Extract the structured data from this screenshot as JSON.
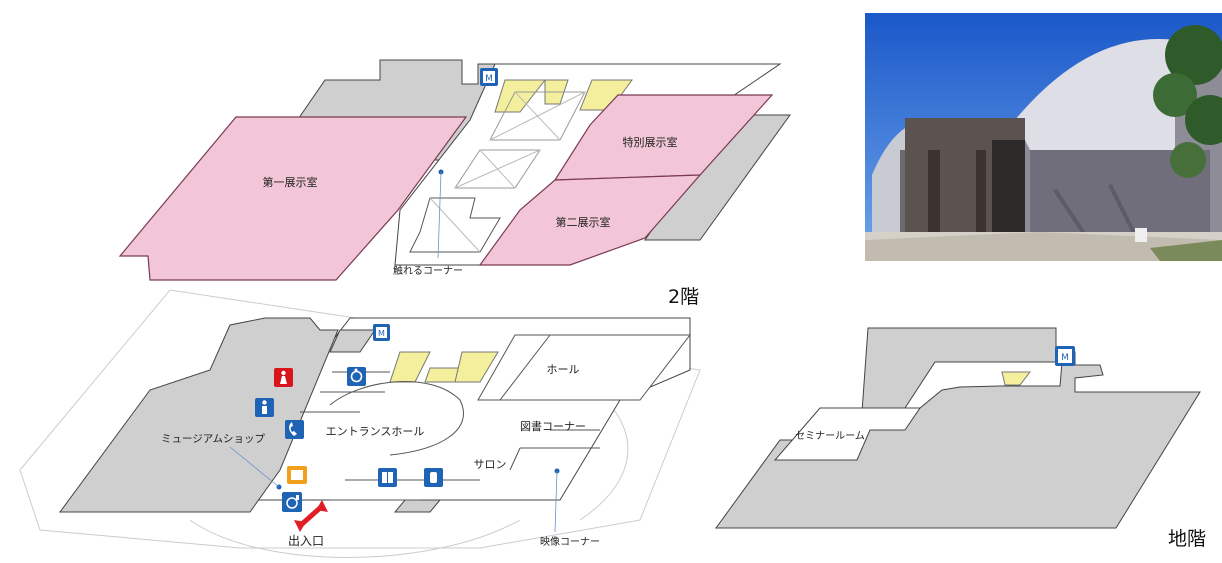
{
  "floor2": {
    "floor_label": "2階",
    "rooms": {
      "gallery1": "第一展示室",
      "special": "特別展示室",
      "gallery2": "第二展示室",
      "touch": "触れるコーナー"
    }
  },
  "floor1": {
    "rooms": {
      "hall": "ホール",
      "library": "図書コーナー",
      "entrance_hall": "エントランスホール",
      "salon": "サロン",
      "shop": "ミュージアムショップ",
      "entrance": "出入口",
      "video": "映像コーナー"
    }
  },
  "basement": {
    "floor_label": "地階",
    "rooms": {
      "seminar": "セミナールーム"
    }
  },
  "icons": {
    "elevator_glyph": "M",
    "elevator": "elevator-icon",
    "restroom_women": "restroom-women-icon",
    "restroom_men": "restroom-men-icon",
    "accessible": "accessible-icon",
    "phone": "phone-icon",
    "coin_locker": "locker-icon",
    "nursing": "nursing-room-icon",
    "accessible_toilet": "accessible-toilet-icon"
  },
  "colors": {
    "exhibit": "#f2c6d6",
    "exhibit_stroke": "#7a3a55",
    "service": "#cfcfcf",
    "stairs": "#f3ef9c",
    "icon_blue": "#1f63b4",
    "icon_red": "#d8141c",
    "icon_orange": "#f0a01a",
    "entrance_arrow": "#e01d25"
  }
}
